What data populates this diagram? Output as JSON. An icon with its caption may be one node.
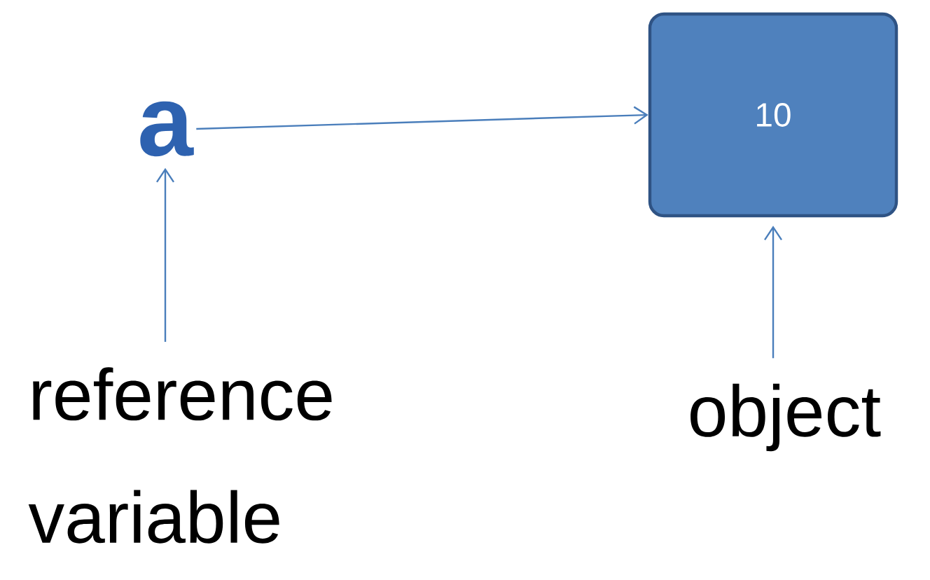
{
  "diagram": {
    "nodes": [
      {
        "text": [
          "a"
        ]
      },
      {
        "text": [
          "10"
        ]
      },
      {
        "text": [
          "reference variable"
        ]
      },
      {
        "text": [
          "object"
        ]
      }
    ],
    "edges": [
      {
        "from": 0,
        "to": 1,
        "arrow": "to"
      },
      {
        "from": 2,
        "to": 0,
        "arrow": "to"
      },
      {
        "from": 3,
        "to": 1,
        "arrow": "to"
      }
    ]
  }
}
